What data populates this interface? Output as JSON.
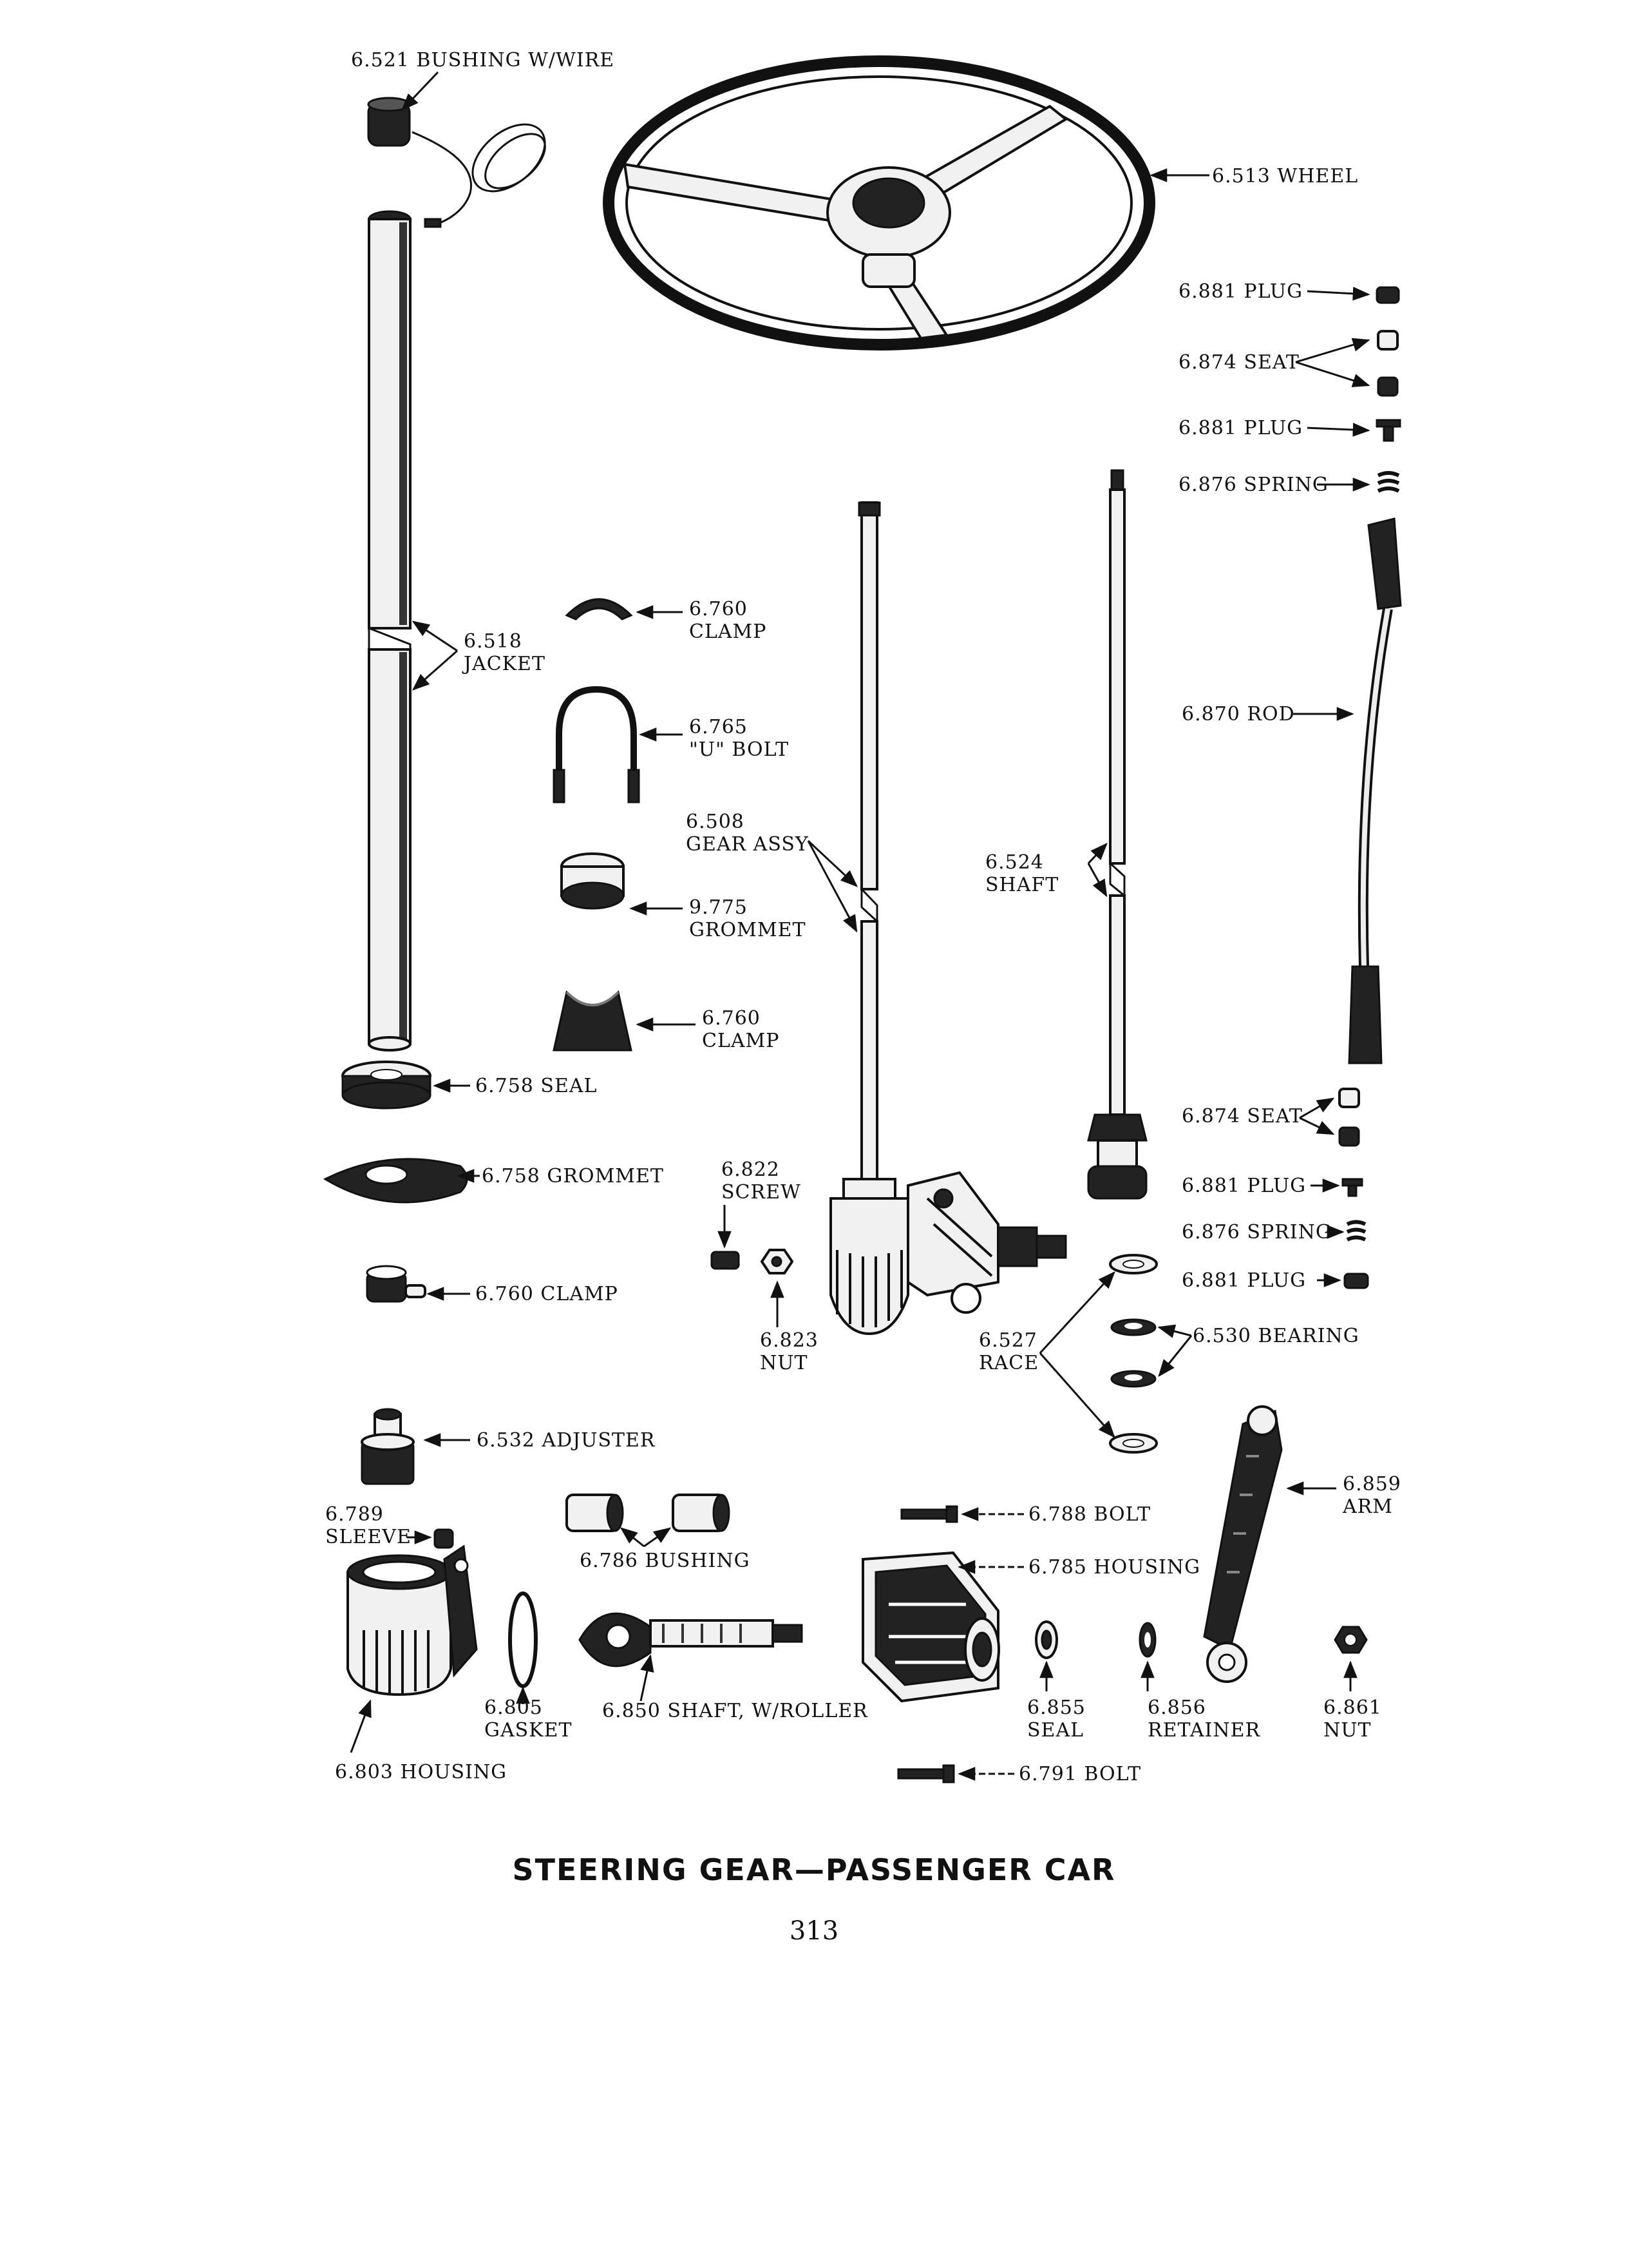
{
  "title": "STEERING GEAR—PASSENGER CAR",
  "page_number": "313",
  "parts": {
    "bushing_wire": "6.521 BUSHING W/WIRE",
    "wheel": "6.513 WHEEL",
    "plug_a": "6.881 PLUG",
    "seat_a": "6.874 SEAT",
    "plug_b": "6.881 PLUG",
    "spring_a": "6.876 SPRING",
    "jacket_num": "6.518",
    "jacket_name": "JACKET",
    "clamp_a_num": "6.760",
    "clamp_a_name": "CLAMP",
    "ubolt_num": "6.765",
    "ubolt_name": "\"U\" BOLT",
    "gear_assy_num": "6.508",
    "gear_assy_name": "GEAR ASSY",
    "shaft_num": "6.524",
    "shaft_name": "SHAFT",
    "rod": "6.870 ROD",
    "grommet_a_num": "9.775",
    "grommet_a_name": "GROMMET",
    "clamp_b_num": "6.760",
    "clamp_b_name": "CLAMP",
    "seal_a": "6.758 SEAL",
    "grommet_b": "6.758 GROMMET",
    "screw_num": "6.822",
    "screw_name": "SCREW",
    "seat_b": "6.874 SEAT",
    "plug_c": "6.881 PLUG",
    "spring_b": "6.876 SPRING",
    "plug_d": "6.881 PLUG",
    "clamp_c": "6.760 CLAMP",
    "nut_a_num": "6.823",
    "nut_a_name": "NUT",
    "race_num": "6.527",
    "race_name": "RACE",
    "bearing": "6.530 BEARING",
    "adjuster": "6.532 ADJUSTER",
    "arm_num": "6.859",
    "arm_name": "ARM",
    "sleeve_num": "6.789",
    "sleeve_name": "SLEEVE",
    "bolt_a": "6.788 BOLT",
    "bushing": "6.786 BUSHING",
    "housing_a": "6.785 HOUSING",
    "gasket_num": "6.805",
    "gasket_name": "GASKET",
    "shaft_roller": "6.850 SHAFT, W/ROLLER",
    "seal_b_num": "6.855",
    "seal_b_name": "SEAL",
    "retainer_num": "6.856",
    "retainer_name": "RETAINER",
    "nut_b_num": "6.861",
    "nut_b_name": "NUT",
    "housing_b": "6.803 HOUSING",
    "bolt_b": "6.791 BOLT"
  }
}
